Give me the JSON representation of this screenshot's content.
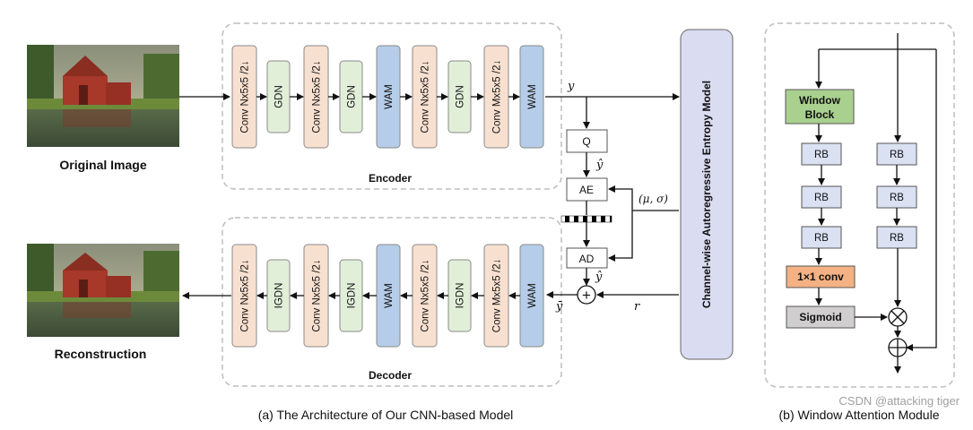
{
  "images": {
    "original_caption": "Original Image",
    "reconstruction_caption": "Reconstruction"
  },
  "encoder": {
    "label": "Encoder",
    "blocks": [
      "Conv Nx5x5 /2↓",
      "GDN",
      "Conv Nx5x5 /2↓",
      "GDN",
      "WAM",
      "Conv Nx5x5 /2↓",
      "GDN",
      "Conv Mx5x5 /2↓",
      "WAM"
    ]
  },
  "decoder": {
    "label": "Decoder",
    "blocks": [
      "Conv Nx5x5 /2↓",
      "IGDN",
      "Conv Nx5x5 /2↓",
      "IGDN",
      "WAM",
      "Conv Nx5x5 /2↓",
      "IGDN",
      "Conv Mx5x5 /2↓",
      "WAM"
    ]
  },
  "entropy_pipeline": {
    "q": "Q",
    "ae": "AE",
    "ad": "AD",
    "y": "y",
    "y_hat_1": "ŷ",
    "y_hat_2": "ŷ",
    "y_bar": "ȳ",
    "r": "r",
    "params": "(μ, σ)",
    "plus": "+"
  },
  "entropy_model": {
    "label": "Channel-wise Autoregressive Entropy Model"
  },
  "wam_module": {
    "window_block": "Window\nBlock",
    "window_block_line1": "Window",
    "window_block_line2": "Block",
    "rb": "RB",
    "conv": "1×1 conv",
    "sigmoid": "Sigmoid",
    "times": "×",
    "plus": "+"
  },
  "captions": {
    "a": "(a) The Architecture of Our CNN-based Model",
    "b": "(b) Window Attention Module",
    "watermark": "CSDN @attacking tiger"
  },
  "colors": {
    "conv": "#f8e0d0",
    "gdn": "#e1efd9",
    "wam": "#b5cde8",
    "window_block": "#a9d08e",
    "rb": "#d9e1f2",
    "conv1x1": "#f4b183",
    "sigmoid": "#d0cece",
    "entropy": "#dadcf2"
  }
}
